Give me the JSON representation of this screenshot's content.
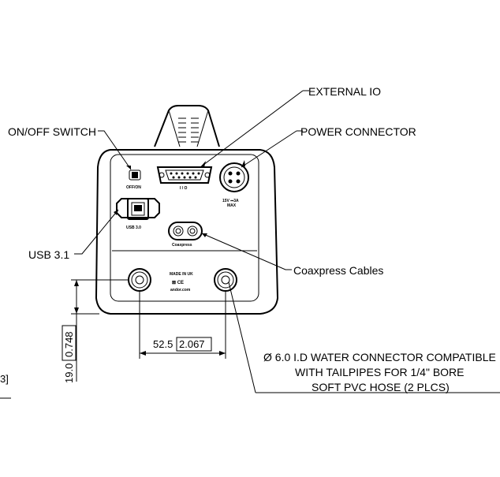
{
  "callouts": {
    "external_io": "EXTERNAL IO",
    "power_connector": "POWER CONNECTOR",
    "onoff_switch": "ON/OFF SWITCH",
    "usb": "USB 3.1",
    "coaxpress": "Coaxpress Cables",
    "water_line1": "Ø 6.0 I.D WATER CONNECTOR COMPATIBLE",
    "water_line2": "WITH TAILPIPES FOR 1/4\" BORE",
    "water_line3": "SOFT PVC HOSE (2 PLCS)"
  },
  "panel_labels": {
    "offon": "OFF/ON",
    "io": "I / O",
    "power_rating_1": "15V ⎓3A",
    "power_rating_2": "MAX",
    "usb": "USB 3.0",
    "coaxpress": "Coaxpress",
    "made_in": "MADE IN UK",
    "website": "andor.com",
    "compliance": "⊠ CE"
  },
  "dimensions": {
    "horizontal_mm": "52.5",
    "horizontal_in": "2.067",
    "vertical_mm": "19.0",
    "vertical_in": "0.748",
    "edge_fragment": "3]"
  }
}
